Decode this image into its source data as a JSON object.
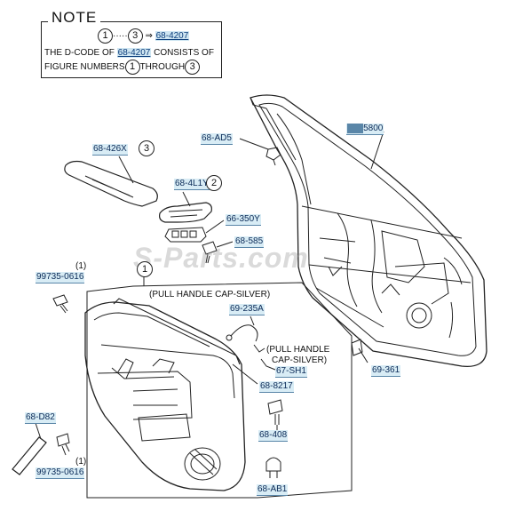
{
  "note": {
    "title": "NOTE",
    "line1_range_start": "1",
    "line1_dots": "·····",
    "line1_range_end": "3",
    "line1_arrow": "⇒",
    "line1_code": "68-4207",
    "line2_prefix": "THE D-CODE OF",
    "line2_code": "68-4207",
    "line2_suffix": "CONSISTS OF",
    "line3_prefix": "FIGURE NUMBERS",
    "line3_num_start": "1",
    "line3_mid": "THROUGH",
    "line3_num_end": "3"
  },
  "labels": {
    "door_code_prefix": "5800",
    "ad5": "68-AD5",
    "trim_426x": "68-426X",
    "trim_426x_num": "3",
    "l1y": "68-4L1Y",
    "l1y_num": "2",
    "y350": "66-350Y",
    "c585": "68-585",
    "assembly_num": "1",
    "screw_top_code": "99735-0616",
    "screw_top_qty": "(1)",
    "pull_cap_top": "(PULL HANDLE CAP-SILVER)",
    "c235a": "69-235A",
    "pull_cap_mid_1": "(PULL HANDLE",
    "pull_cap_mid_2": "CAP-SILVER)",
    "sh1": "67-SH1",
    "c8217": "68-8217",
    "c361": "69-361",
    "c408": "68-408",
    "d82": "68-D82",
    "screw_bot_qty": "(1)",
    "screw_bot_code": "99735-0616",
    "ab1": "68-AB1"
  },
  "watermark": "S-Parts.com",
  "colors": {
    "label_bg": "#d8ecf5",
    "label_text": "#0b2a57",
    "line": "#222222"
  }
}
